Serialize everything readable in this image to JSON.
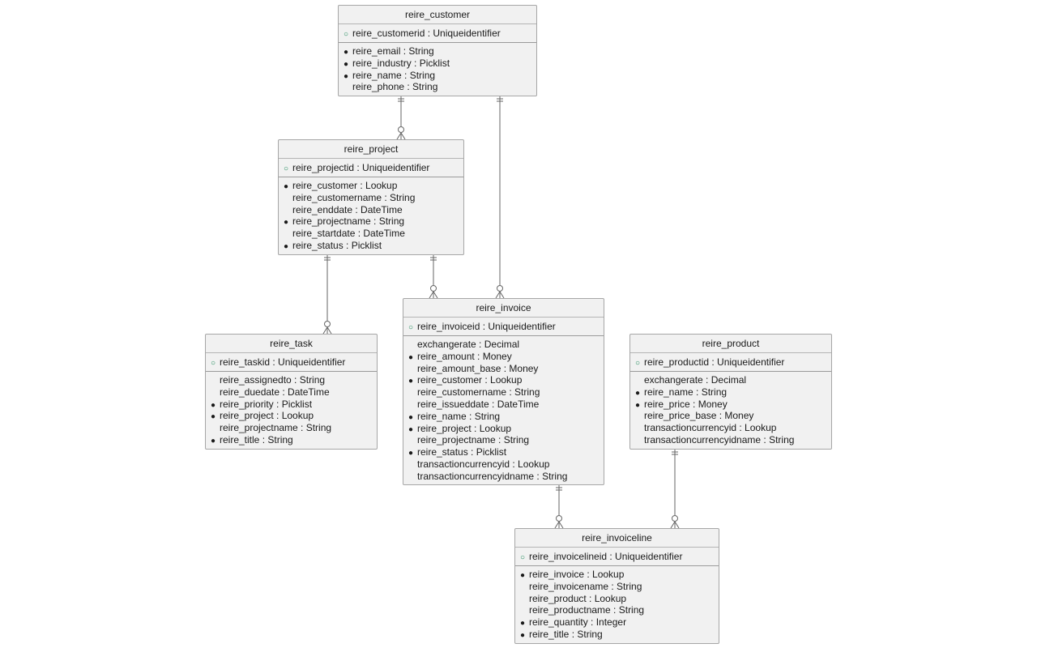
{
  "entities": {
    "customer": {
      "title": "reire_customer",
      "pk": "reire_customerid : Uniqueidentifier",
      "attributes": [
        {
          "text": "reire_email : String",
          "required": true
        },
        {
          "text": "reire_industry : Picklist",
          "required": true
        },
        {
          "text": "reire_name : String",
          "required": true
        },
        {
          "text": "reire_phone : String",
          "required": false
        }
      ]
    },
    "project": {
      "title": "reire_project",
      "pk": "reire_projectid : Uniqueidentifier",
      "attributes": [
        {
          "text": "reire_customer : Lookup",
          "required": true
        },
        {
          "text": "reire_customername : String",
          "required": false
        },
        {
          "text": "reire_enddate : DateTime",
          "required": false
        },
        {
          "text": "reire_projectname : String",
          "required": true
        },
        {
          "text": "reire_startdate : DateTime",
          "required": false
        },
        {
          "text": "reire_status : Picklist",
          "required": true
        }
      ]
    },
    "task": {
      "title": "reire_task",
      "pk": "reire_taskid : Uniqueidentifier",
      "attributes": [
        {
          "text": "reire_assignedto : String",
          "required": false
        },
        {
          "text": "reire_duedate : DateTime",
          "required": false
        },
        {
          "text": "reire_priority : Picklist",
          "required": true
        },
        {
          "text": "reire_project : Lookup",
          "required": true
        },
        {
          "text": "reire_projectname : String",
          "required": false
        },
        {
          "text": "reire_title : String",
          "required": true
        }
      ]
    },
    "invoice": {
      "title": "reire_invoice",
      "pk": "reire_invoiceid : Uniqueidentifier",
      "attributes": [
        {
          "text": "exchangerate : Decimal",
          "required": false
        },
        {
          "text": "reire_amount : Money",
          "required": true
        },
        {
          "text": "reire_amount_base : Money",
          "required": false
        },
        {
          "text": "reire_customer : Lookup",
          "required": true
        },
        {
          "text": "reire_customername : String",
          "required": false
        },
        {
          "text": "reire_issueddate : DateTime",
          "required": false
        },
        {
          "text": "reire_name : String",
          "required": true
        },
        {
          "text": "reire_project : Lookup",
          "required": true
        },
        {
          "text": "reire_projectname : String",
          "required": false
        },
        {
          "text": "reire_status : Picklist",
          "required": true
        },
        {
          "text": "transactioncurrencyid : Lookup",
          "required": false
        },
        {
          "text": "transactioncurrencyidname : String",
          "required": false
        }
      ]
    },
    "product": {
      "title": "reire_product",
      "pk": "reire_productid : Uniqueidentifier",
      "attributes": [
        {
          "text": "exchangerate : Decimal",
          "required": false
        },
        {
          "text": "reire_name : String",
          "required": true
        },
        {
          "text": "reire_price : Money",
          "required": true
        },
        {
          "text": "reire_price_base : Money",
          "required": false
        },
        {
          "text": "transactioncurrencyid : Lookup",
          "required": false
        },
        {
          "text": "transactioncurrencyidname : String",
          "required": false
        }
      ]
    },
    "invoiceline": {
      "title": "reire_invoiceline",
      "pk": "reire_invoicelineid : Uniqueidentifier",
      "attributes": [
        {
          "text": "reire_invoice : Lookup",
          "required": true
        },
        {
          "text": "reire_invoicename : String",
          "required": false
        },
        {
          "text": "reire_product : Lookup",
          "required": false
        },
        {
          "text": "reire_productname : String",
          "required": false
        },
        {
          "text": "reire_quantity : Integer",
          "required": true
        },
        {
          "text": "reire_title : String",
          "required": true
        }
      ]
    }
  },
  "relationships": [
    {
      "from": "customer",
      "to": "project",
      "cardinality": "one-to-zero-or-many"
    },
    {
      "from": "customer",
      "to": "invoice",
      "cardinality": "one-to-zero-or-many"
    },
    {
      "from": "project",
      "to": "task",
      "cardinality": "one-to-zero-or-many"
    },
    {
      "from": "project",
      "to": "invoice",
      "cardinality": "one-to-zero-or-many"
    },
    {
      "from": "invoice",
      "to": "invoiceline",
      "cardinality": "one-to-zero-or-many"
    },
    {
      "from": "product",
      "to": "invoiceline",
      "cardinality": "one-to-zero-or-many"
    }
  ],
  "markers": {
    "pk_icon": "key-circle-icon",
    "required_icon": "required-dot-icon"
  },
  "colors": {
    "entity_fill": "#f1f1f1",
    "entity_border": "#a6a6a6",
    "line": "#666666",
    "pk_marker": "#1f8a5a"
  }
}
